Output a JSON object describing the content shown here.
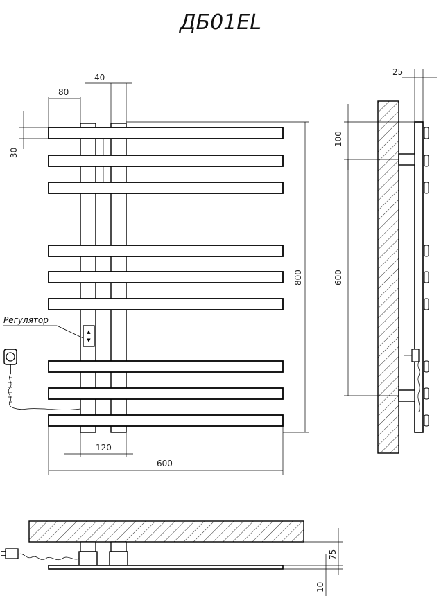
{
  "title": "ДБ01EL",
  "label_regulator": "Регулятор",
  "front_view": {
    "dim_top_offset": "40",
    "dim_left_offset": "80",
    "dim_bar_height": "30",
    "dim_height": "800",
    "dim_post_spacing": "120",
    "dim_width": "600"
  },
  "side_view": {
    "dim_depth": "25",
    "dim_mount_top": "100",
    "dim_mount_spacing": "600"
  },
  "bottom_view": {
    "dim_clearance": "75",
    "dim_bar_thickness": "10"
  }
}
